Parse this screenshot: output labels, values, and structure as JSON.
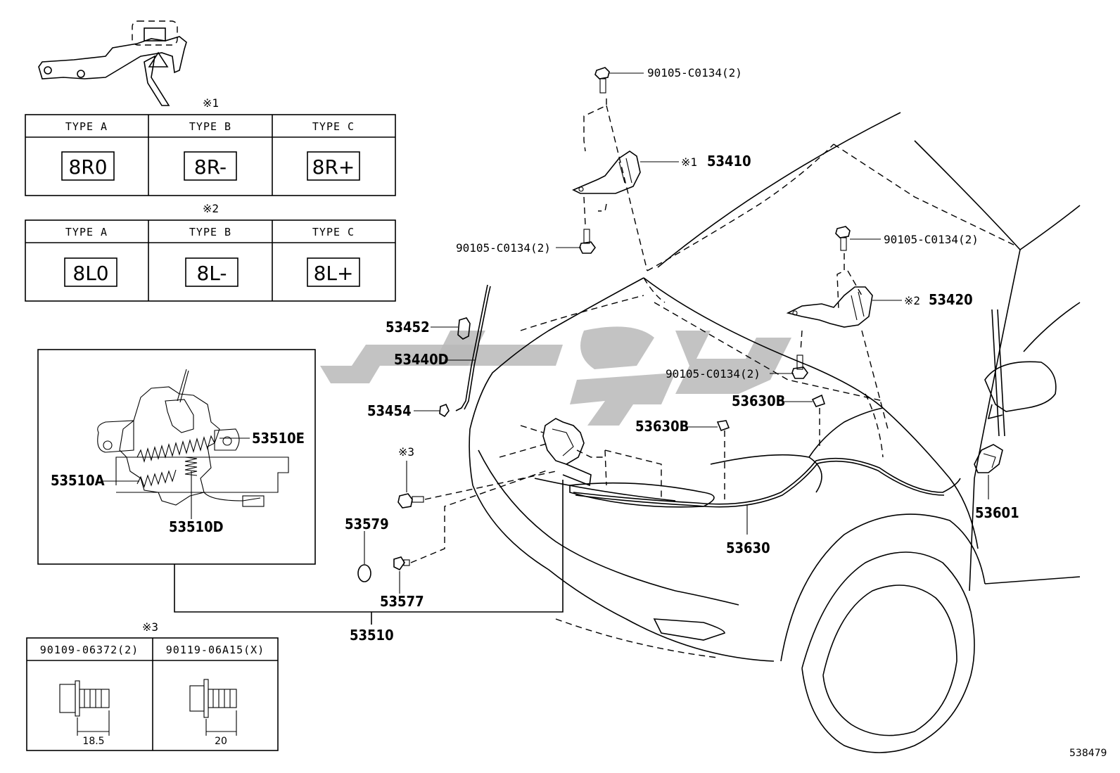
{
  "diagram_id": "538479",
  "parts": {
    "p53410": "53410",
    "p53420": "53420",
    "p53452": "53452",
    "p53440D": "53440D",
    "p53454": "53454",
    "p53579": "53579",
    "p53577": "53577",
    "p53510": "53510",
    "p53510E": "53510E",
    "p53510A": "53510A",
    "p53510D": "53510D",
    "p53630B_a": "53630B",
    "p53630B_b": "53630B",
    "p53630": "53630",
    "p53601": "53601"
  },
  "bolts": {
    "b1": "90105-C0134(2)",
    "b2": "90105-C0134(2)",
    "b3": "90105-C0134(2)",
    "b4": "90105-C0134(2)"
  },
  "notes": {
    "n1": "※1",
    "n2": "※2",
    "n3": "※3",
    "n3_callout": "※3",
    "n1_callout": "※1",
    "n2_callout": "※2"
  },
  "table1": {
    "headers": [
      "TYPE  A",
      "TYPE  B",
      "TYPE  C"
    ],
    "codes": [
      "8R0",
      "8R-",
      "8R+"
    ]
  },
  "table2": {
    "headers": [
      "TYPE  A",
      "TYPE  B",
      "TYPE  C"
    ],
    "codes": [
      "8L0",
      "8L-",
      "8L+"
    ]
  },
  "table3": {
    "headers": [
      "90109-06372(2)",
      "90119-06A15(X)"
    ],
    "dims": [
      "18.5",
      "20"
    ]
  }
}
